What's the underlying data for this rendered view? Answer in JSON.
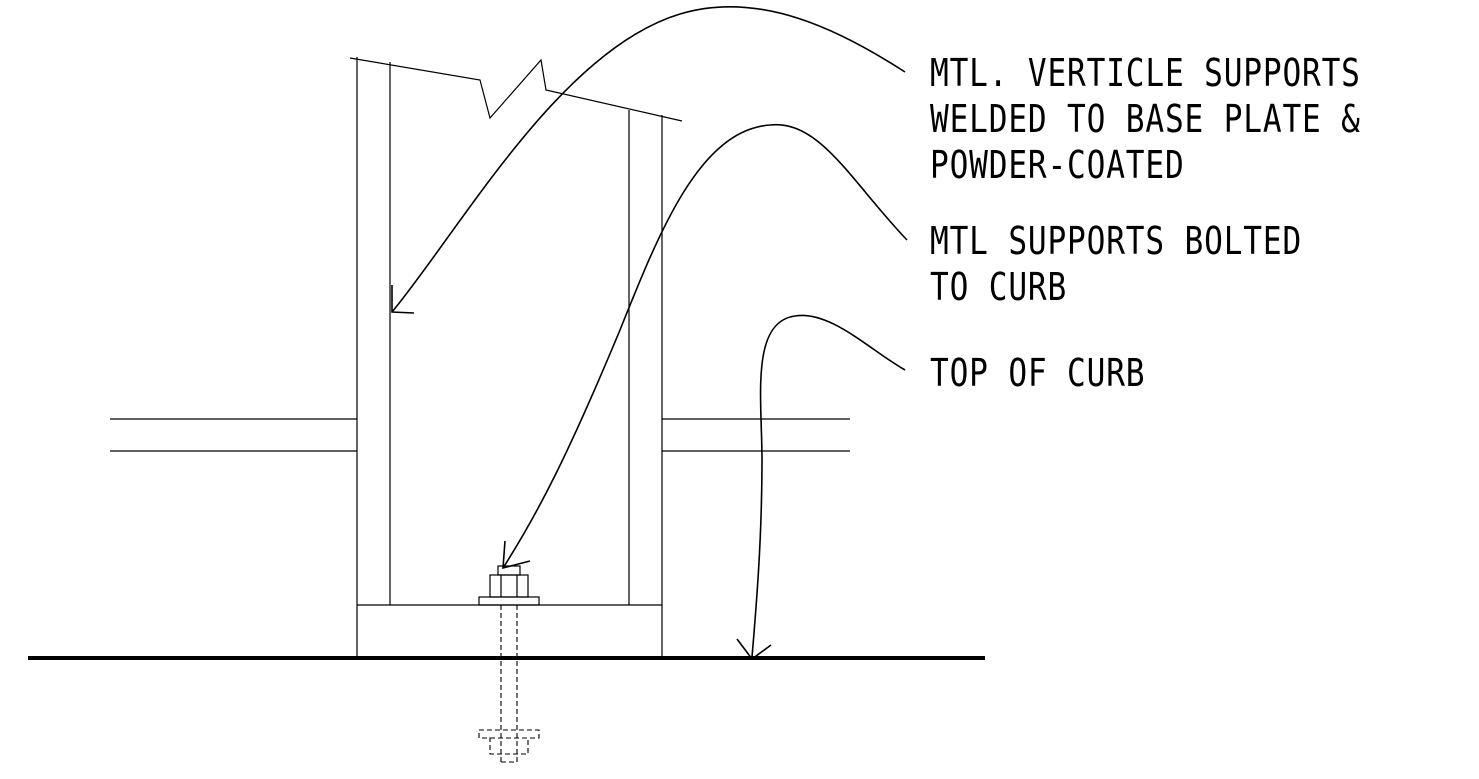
{
  "notes": {
    "vertical_supports": {
      "line1": "MTL. VERTICLE SUPPORTS",
      "line2": "WELDED TO BASE PLATE &",
      "line3": "POWDER-COATED"
    },
    "bolted_supports": {
      "line1": "MTL SUPPORTS BOLTED",
      "line2": "TO CURB"
    },
    "top_of_curb": {
      "line1": "TOP OF CURB"
    }
  },
  "colors": {
    "line": "#000000",
    "background": "#ffffff"
  }
}
